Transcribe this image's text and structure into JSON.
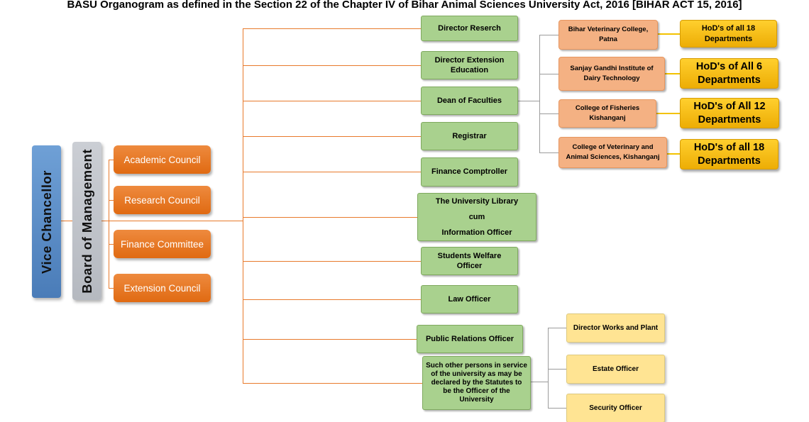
{
  "title": "BASU Organogram as defined in the Section 22 of the Chapter IV of Bihar Animal Sciences University Act, 2016 [BIHAR ACT 15, 2016]",
  "leadership": {
    "vice_chancellor": "Vice Chancellor",
    "board_of_management": "Board of Management"
  },
  "councils": [
    "Academic Council",
    "Research Council",
    "Finance Committee",
    "Extension Council"
  ],
  "officers": [
    "Director Reserch",
    "Director Extension\nEducation",
    "Dean of Faculties",
    "Registrar",
    "Finance Comptroller",
    "The University Library\ncum\nInformation Officer",
    "Students Welfare\nOfficer",
    "Law Officer",
    "Public Relations Officer",
    "Such other persons in service\nof the university as may be\ndeclared by the Statutes to\nbe the Officer of the\nUniversity"
  ],
  "colleges": [
    "Bihar Veterinary College,\nPatna",
    "Sanjay Gandhi Institute of\nDairy Technology",
    "College of Fisheries\nKishanganj",
    "College of Veterinary and\nAnimal Sciences, Kishanganj"
  ],
  "hods": [
    "HoD's of all 18\nDepartments",
    "HoD's of All 6\nDepartments",
    "HoD's of All 12\nDepartments",
    "HoD's of all 18\nDepartments"
  ],
  "support_officers": [
    "Director Works and Plant",
    "Estate Officer",
    "Security Officer"
  ],
  "colors": {
    "orange-line": "#E87A2C",
    "gray-line": "#9B9B9B",
    "yellow-line": "#F3C200",
    "council-top": "#EE8A3E",
    "council-bottom": "#E06A12",
    "green-fill": "#A9D18E",
    "green-border": "#7FA95F",
    "salmon-fill": "#F4B183",
    "salmon-border": "#E69660",
    "gold-top": "#FFCF2E",
    "gold-bottom": "#EDAD05",
    "gold-border": "#D79C04",
    "lyellow-fill": "#FFE493",
    "lyellow-border": "#DEC97E",
    "blue-top": "#6FA0D6",
    "blue-bottom": "#4A7CB8",
    "gray-top": "#CBCED4",
    "gray-bottom": "#B5B9C0"
  }
}
